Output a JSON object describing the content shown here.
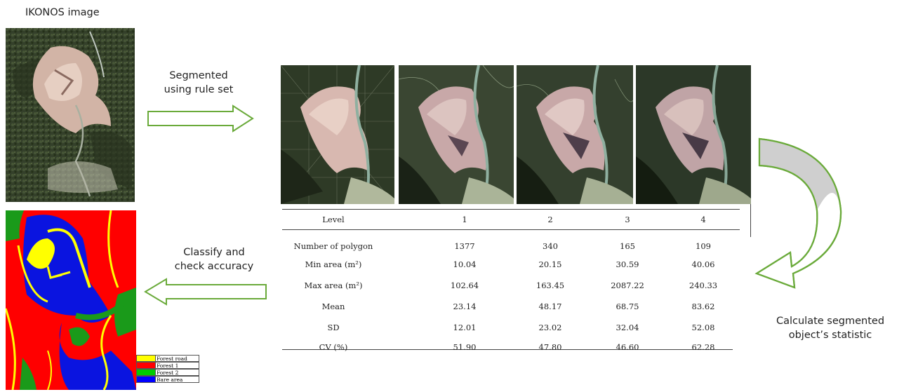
{
  "labels": {
    "ikonos_title": "IKONOS image",
    "segment_line1": "Segmented",
    "segment_line2": "using rule set",
    "classify_line1": "Classify and",
    "classify_line2": "check accuracy",
    "calc_line1": "Calculate segmented",
    "calc_line2": "object’s statistic"
  },
  "table": {
    "header": [
      "Level",
      "1",
      "2",
      "3",
      "4"
    ],
    "rows": [
      [
        "Number of polygon",
        "1377",
        "340",
        "165",
        "109"
      ],
      [
        "Min area (m²)",
        "10.04",
        "20.15",
        "30.59",
        "40.06"
      ],
      [
        "Max area (m²)",
        "102.64",
        "163.45",
        "2087.22",
        "240.33"
      ],
      [
        "Mean",
        "23.14",
        "48.17",
        "68.75",
        "83.62"
      ],
      [
        "SD",
        "12.01",
        "23.02",
        "32.04",
        "52.08"
      ],
      [
        "CV (%)",
        "51.90",
        "47.80",
        "46.60",
        "62.28"
      ]
    ]
  },
  "legend": [
    {
      "label": "Forest road",
      "color": "#ffff00"
    },
    {
      "label": "Forest 1",
      "color": "#ff0000"
    },
    {
      "label": "Forest 2",
      "color": "#00cc00"
    },
    {
      "label": "Bare area",
      "color": "#0000ff"
    }
  ],
  "colors": {
    "arrow_outline": "#6aaa3a",
    "forest_road": "#ffff00",
    "forest1": "#ff0000",
    "forest2": "#1a9a1a",
    "bare_area": "#0a14e0",
    "forest_dark": "#2e3a26",
    "bare_pink": "#d8b8b0"
  }
}
